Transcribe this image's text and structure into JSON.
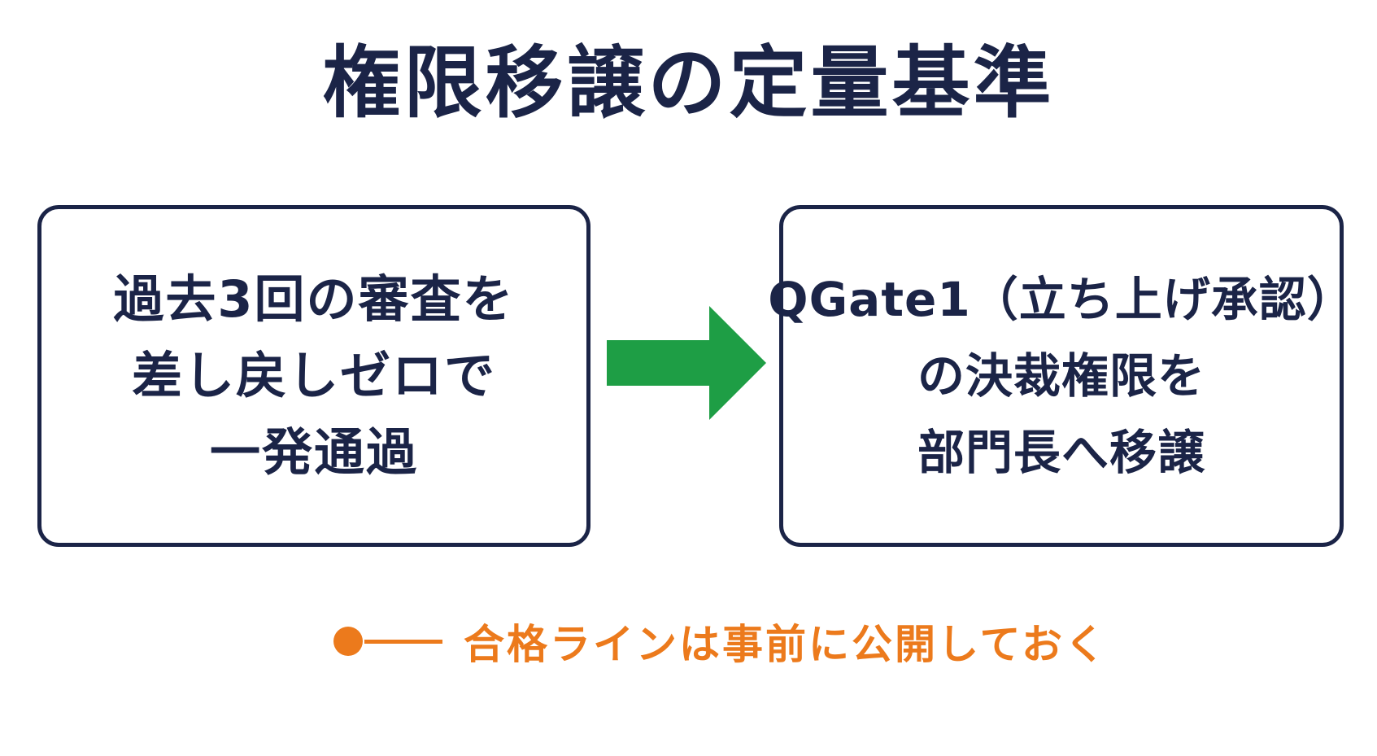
{
  "title": "権限移譲の定量基準",
  "condition_box": {
    "lines": [
      "過去3回の審査を",
      "差し戻しゼロで",
      "一発通過"
    ]
  },
  "result_box": {
    "lines": [
      "QGate1（立ち上げ承認）",
      "の決裁権限を",
      "部門長へ移譲"
    ]
  },
  "arrow": {
    "icon": "right-arrow-icon",
    "color": "#1e9e45"
  },
  "note": {
    "text": "合格ラインは事前に公開しておく",
    "marker_icon": "orange-dot-icon",
    "color": "#ec7a1c"
  },
  "colors": {
    "navy": "#1b2447",
    "green": "#1e9e45",
    "orange": "#ec7a1c",
    "background": "#ffffff"
  }
}
